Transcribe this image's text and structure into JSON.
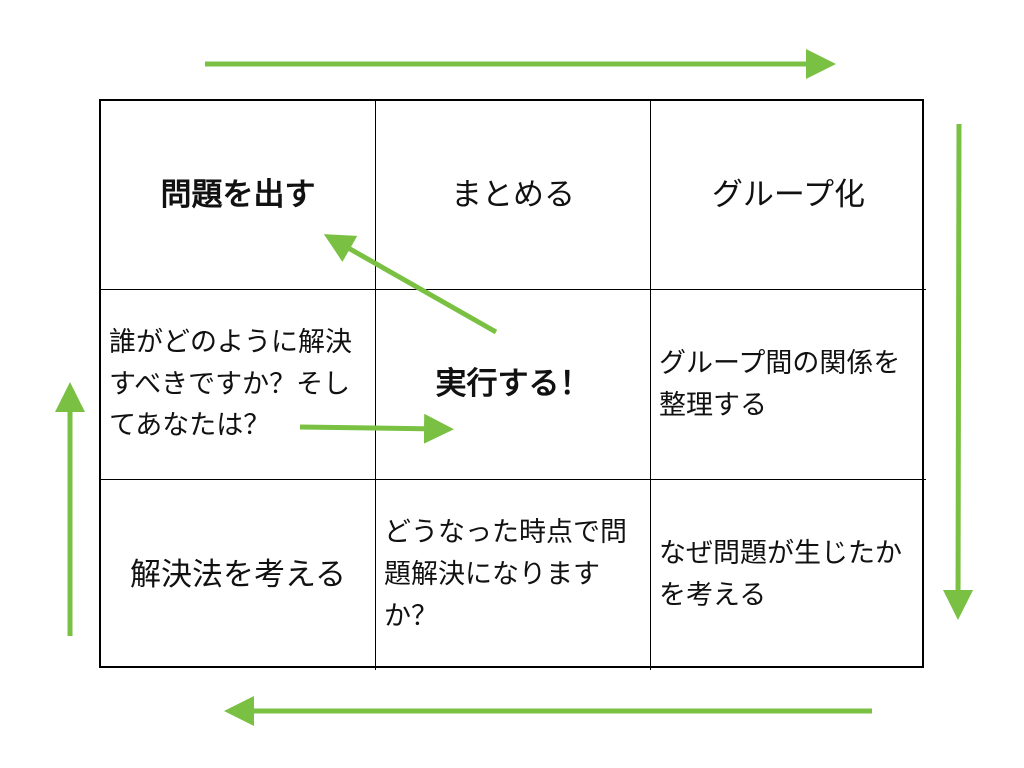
{
  "cells": {
    "r1c1": "問題を出す",
    "r1c2": "まとめる",
    "r1c3": "グループ化",
    "r2c1": "誰がどのように解決すべきですか？そしてあなたは？",
    "r2c2": "実行する！",
    "r2c3": "グループ間の関係を整理する",
    "r3c1": "解決法を考える",
    "r3c2": "どうなった時点で問題解決になりますか？",
    "r3c3": "なぜ問題が生じたかを考える"
  },
  "colors": {
    "arrow": "#7ac143",
    "border": "#000000",
    "text": "#111111"
  }
}
